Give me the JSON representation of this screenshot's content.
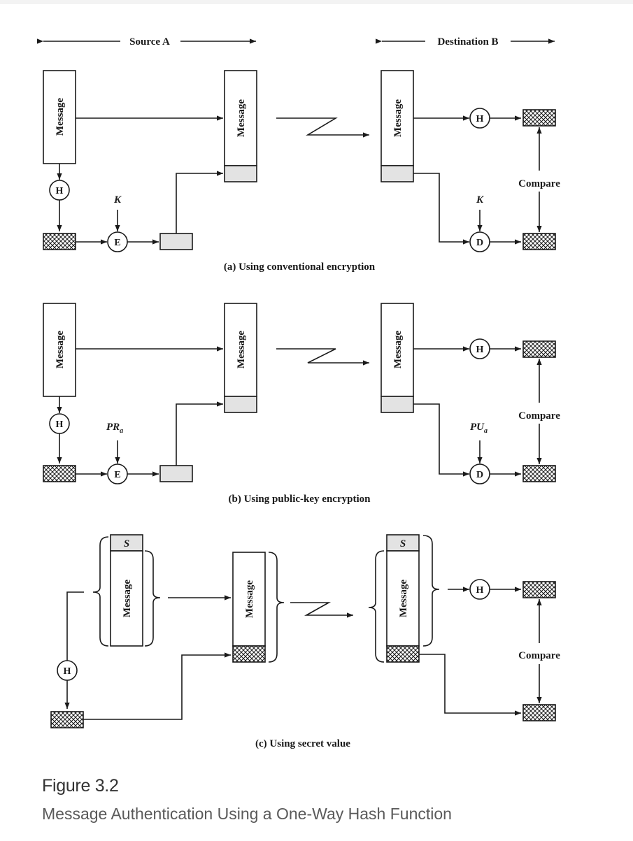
{
  "diagram": {
    "header_source": "Source A",
    "header_destination": "Destination B",
    "message_label": "Message",
    "hash_symbol": "H",
    "encrypt_symbol": "E",
    "decrypt_symbol": "D",
    "compare_label": "Compare",
    "secret_symbol": "S",
    "key_a": "K",
    "key_b_private": "PR",
    "key_b_private_sub": "a",
    "key_b_public": "PU",
    "key_b_public_sub": "a",
    "caption_a": "(a) Using conventional encryption",
    "caption_b": "(b) Using public-key encryption",
    "caption_c": "(c) Using secret value"
  },
  "figure": {
    "number": "Figure 3.2",
    "caption": "Message Authentication Using a One-Way Hash Function"
  },
  "colors": {
    "line": "#1a1a1a",
    "shaded_box": "#e3e3e3",
    "title_text": "#333333",
    "caption_text": "#5a5a5a"
  }
}
